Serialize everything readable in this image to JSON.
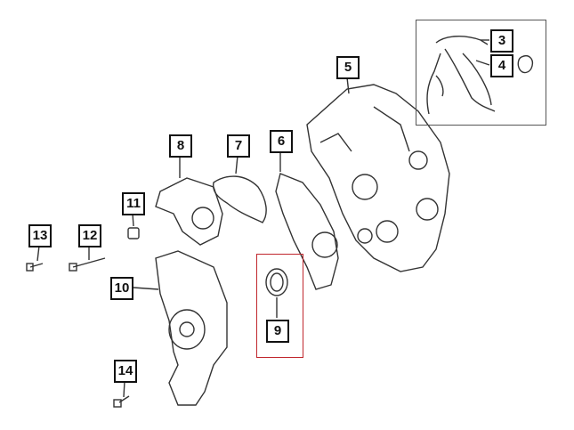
{
  "diagram": {
    "callouts": [
      "3",
      "4",
      "5",
      "6",
      "7",
      "8",
      "9",
      "10",
      "11",
      "12",
      "13",
      "14"
    ],
    "highlighted_part": "9",
    "highlight_color": "#c0272d"
  }
}
